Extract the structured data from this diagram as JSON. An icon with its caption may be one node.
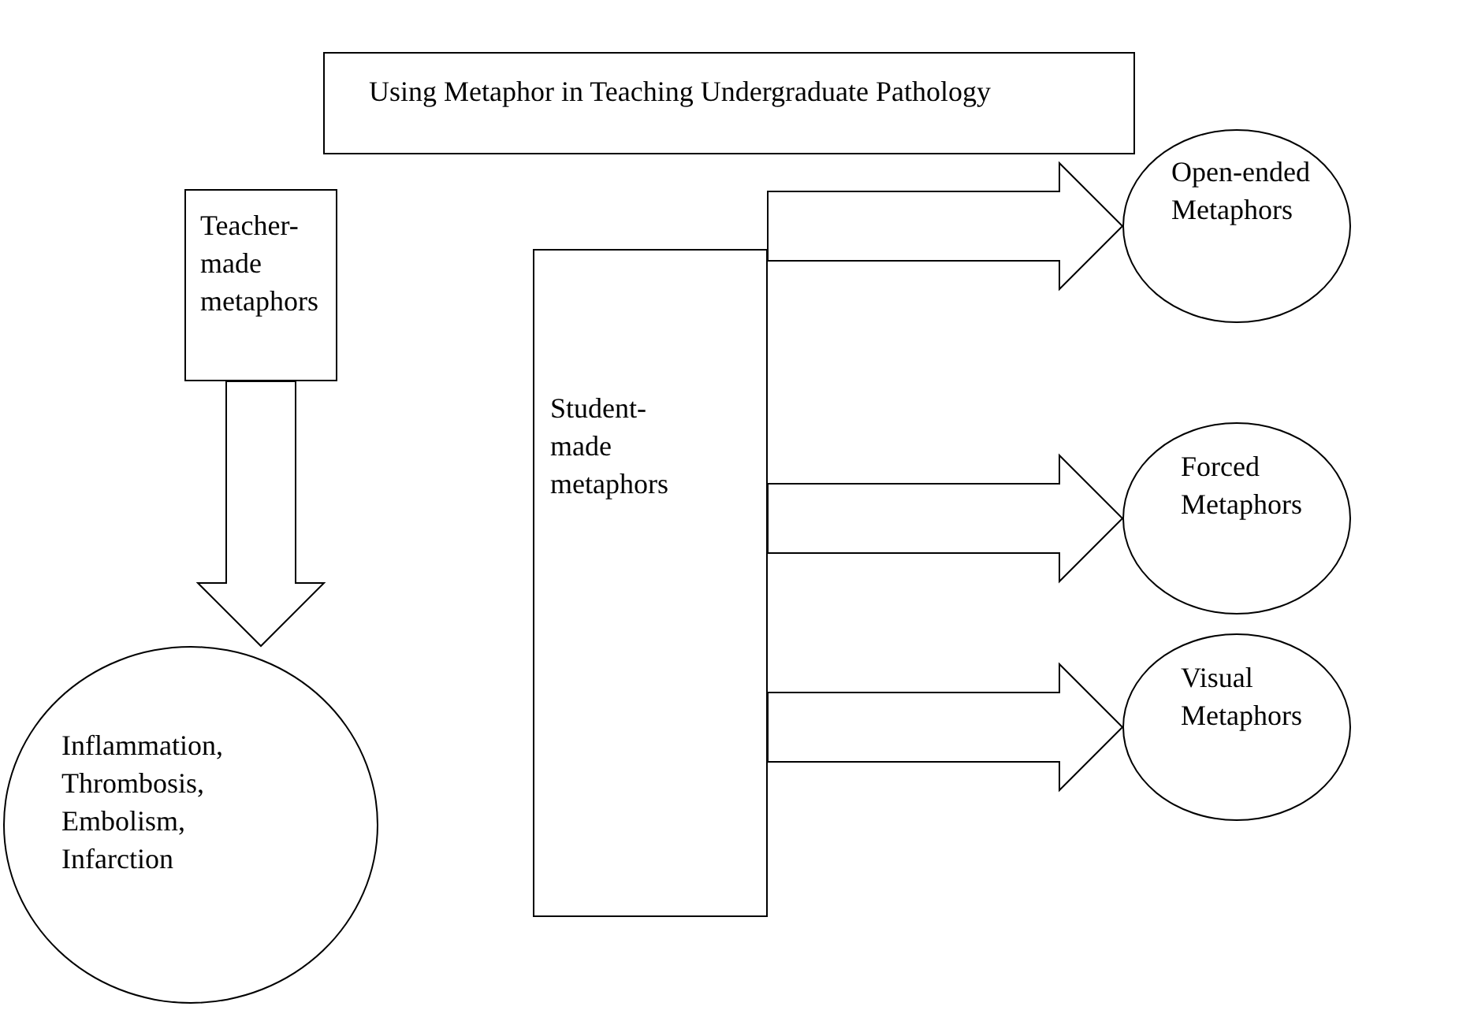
{
  "diagram": {
    "nodes": [
      {
        "text": [
          "Using Metaphor in Teaching Undergraduate Pathology"
        ]
      },
      {
        "text": [
          "Teacher- made metaphors"
        ]
      },
      {
        "text": [
          "Inflammation, Thrombosis, Embolism, Infarction"
        ]
      },
      {
        "text": [
          "Student- made metaphors"
        ]
      },
      {
        "text": [
          "Open-ended Metaphors"
        ]
      },
      {
        "text": [
          "Forced Metaphors"
        ]
      },
      {
        "text": [
          "Visual Metaphors"
        ]
      }
    ],
    "edges": [
      {
        "from": 1,
        "to": 2,
        "arrow": "to"
      },
      {
        "from": 3,
        "to": 4,
        "arrow": "to"
      },
      {
        "from": 3,
        "to": 5,
        "arrow": "to"
      },
      {
        "from": 3,
        "to": 6,
        "arrow": "to"
      }
    ]
  }
}
